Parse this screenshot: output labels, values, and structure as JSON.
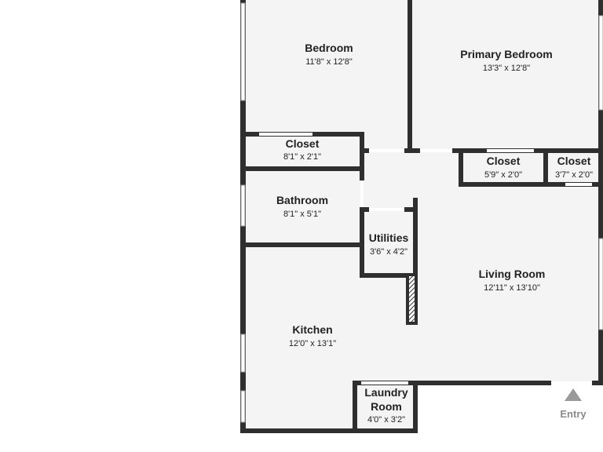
{
  "plan": {
    "rooms": {
      "bedroom": {
        "name": "Bedroom",
        "dims": "11'8\" x 12'8\""
      },
      "primary_bedroom": {
        "name": "Primary Bedroom",
        "dims": "13'3\" x 12'8\""
      },
      "closet_bedroom": {
        "name": "Closet",
        "dims": "8'1\" x 2'1\""
      },
      "closet_a": {
        "name": "Closet",
        "dims": "5'9\" x 2'0\""
      },
      "closet_b": {
        "name": "Closet",
        "dims": "3'7\" x 2'0\""
      },
      "bathroom": {
        "name": "Bathroom",
        "dims": "8'1\" x 5'1\""
      },
      "utilities": {
        "name": "Utilities",
        "dims": "3'6\" x 4'2\""
      },
      "living_room": {
        "name": "Living Room",
        "dims": "12'11\" x 13'10\""
      },
      "kitchen": {
        "name": "Kitchen",
        "dims": "12'0\" x 13'1\""
      },
      "laundry": {
        "name_line1": "Laundry",
        "name_line2": "Room",
        "dims": "4'0\" x 3'2\""
      }
    },
    "entry_label": "Entry"
  },
  "colors": {
    "wall": "#2f2f2f",
    "floor": "#f4f4f4",
    "background": "#ffffff",
    "entry": "#8a8a8a"
  }
}
